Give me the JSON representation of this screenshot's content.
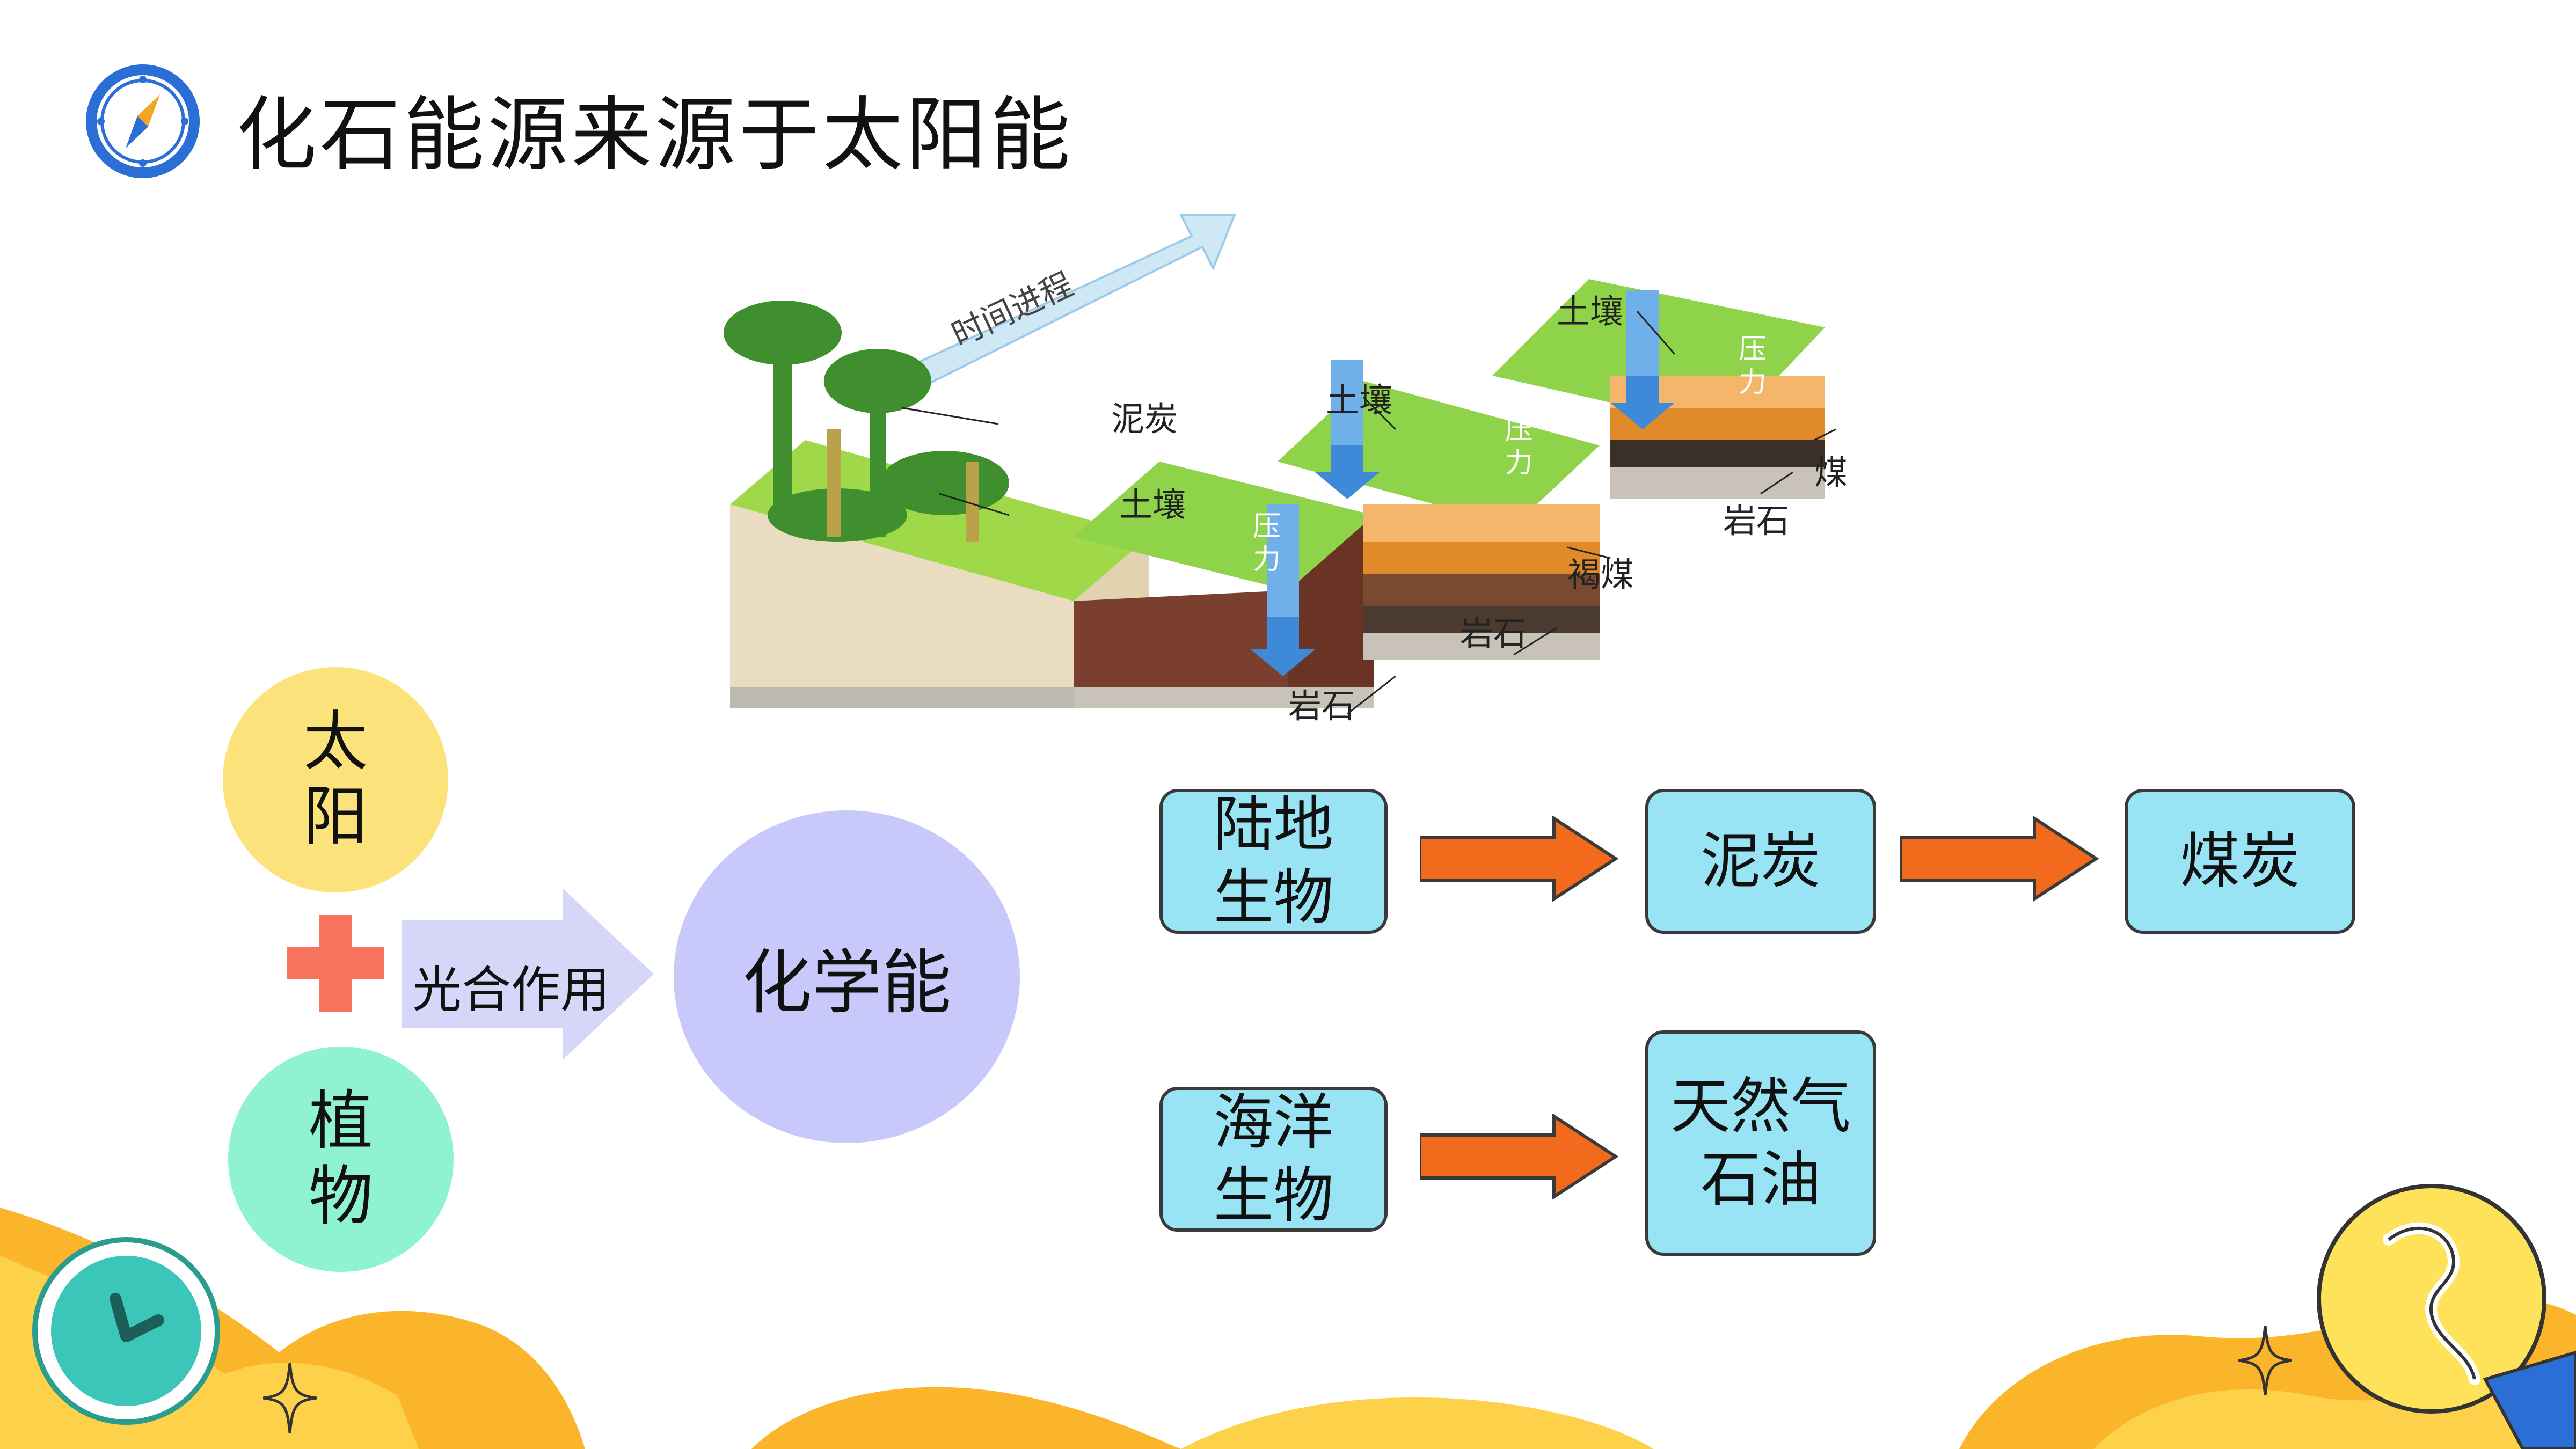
{
  "title": "化石能源来源于太阳能",
  "title_icon": "compass-icon",
  "left_diagram": {
    "sun": "太阳",
    "plant": "植物",
    "plus_icon": "plus-icon",
    "process": "光合作用",
    "energy": "化学能"
  },
  "formation_image": {
    "time_arrow": "时间进程",
    "labels": {
      "peat": "泥炭",
      "soil_1": "土壤",
      "soil_2": "土壤",
      "soil_3": "土壤",
      "pressure_1": "压力",
      "pressure_2": "压力",
      "pressure_3": "压力",
      "rock_1": "岩石",
      "rock_2": "岩石",
      "rock_3": "岩石",
      "lignite": "褐煤",
      "coal": "煤"
    }
  },
  "flow_1": {
    "start": "陆地生物",
    "middle": "泥炭",
    "end": "煤炭"
  },
  "flow_2": {
    "start": "海洋生物",
    "end": "天然气石油"
  },
  "decor": {
    "clock_icon": "clock-icon",
    "bulb_icon": "lightbulb-icon",
    "sparkle_icon": "sparkle-icon"
  },
  "colors": {
    "sun_circle": "#fbe27a",
    "plant_circle": "#8ff2d2",
    "energy_circle": "#c8c8fa",
    "process_arrow": "#d6d6f8",
    "plus": "#f8735e",
    "box_fill": "#99e4f4",
    "flow_arrow": "#f26a1b",
    "wave_yellow": "#fbb52b"
  }
}
